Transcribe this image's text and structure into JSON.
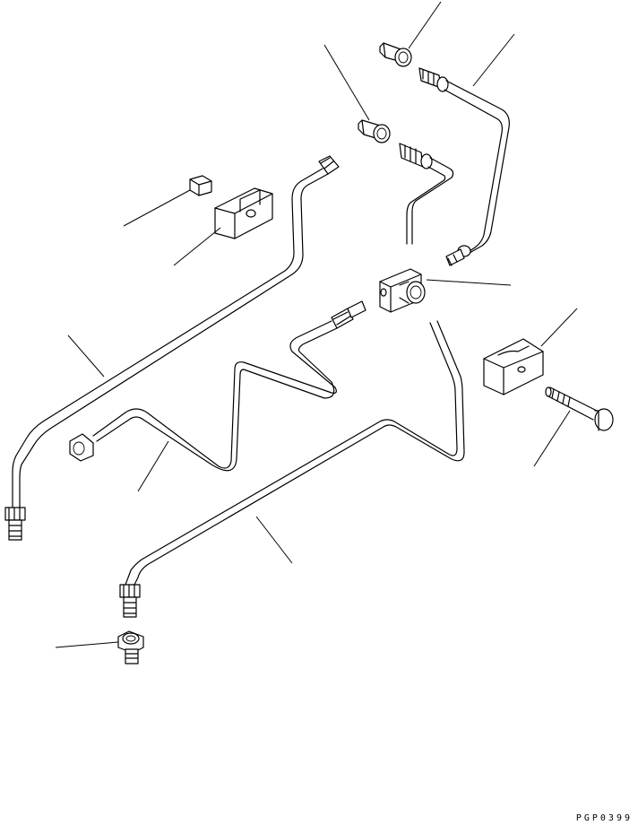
{
  "drawing_code": "PGP0399",
  "colors": {
    "ink": "#000000",
    "paper": "#ffffff"
  },
  "parts": [
    {
      "name": "fitting-top-right",
      "icon": "elbow-fitting-icon"
    },
    {
      "name": "tube-upper-right",
      "icon": "hydraulic-tube-icon"
    },
    {
      "name": "connector-upper",
      "icon": "connector-icon"
    },
    {
      "name": "tube-short-upper",
      "icon": "hydraulic-tube-icon"
    },
    {
      "name": "nut",
      "icon": "nut-icon"
    },
    {
      "name": "clamp-left",
      "icon": "clamp-icon"
    },
    {
      "name": "tube-long-left",
      "icon": "hydraulic-tube-icon"
    },
    {
      "name": "block-fitting",
      "icon": "block-fitting-icon"
    },
    {
      "name": "clamp-right",
      "icon": "clamp-icon"
    },
    {
      "name": "bolt",
      "icon": "bolt-icon"
    },
    {
      "name": "tube-zigzag",
      "icon": "hydraulic-tube-icon"
    },
    {
      "name": "tube-lower-long",
      "icon": "hydraulic-tube-icon"
    },
    {
      "name": "fitting-bottom-left",
      "icon": "elbow-fitting-icon"
    }
  ]
}
